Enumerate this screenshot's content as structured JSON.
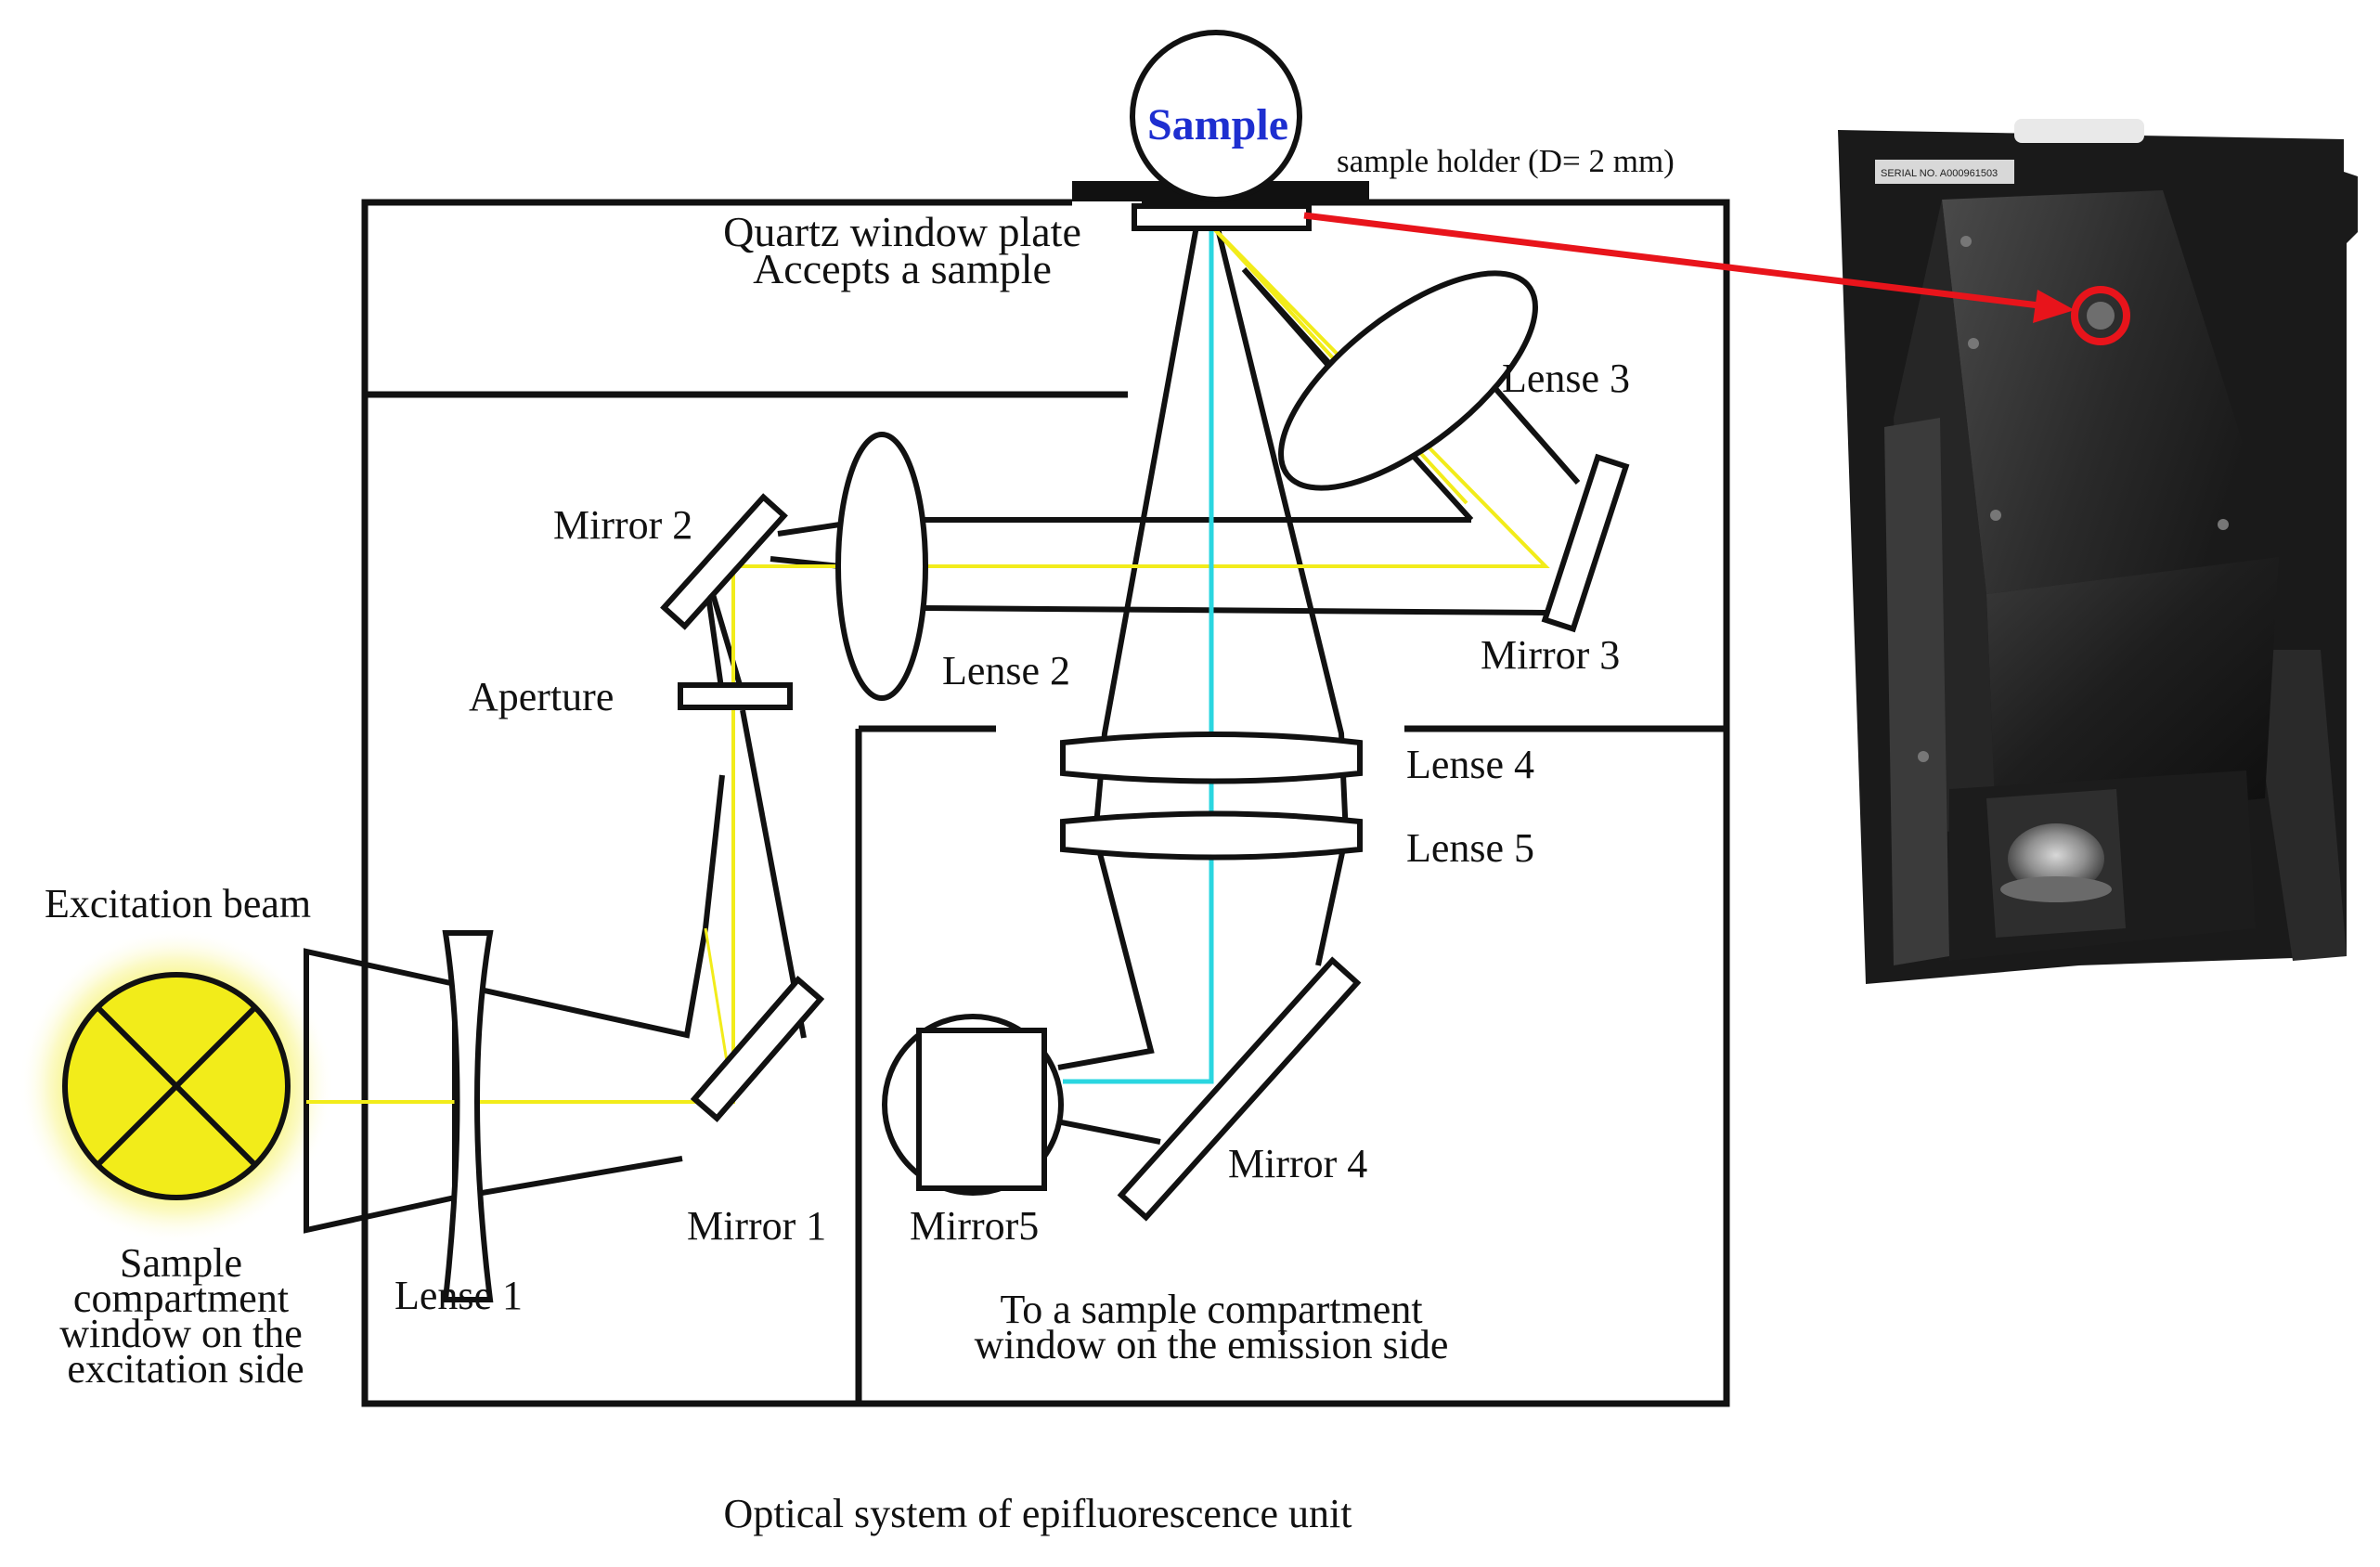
{
  "diagram": {
    "caption": "Optical system of epifluorescence unit",
    "labels": {
      "sample": "Sample",
      "sample_holder": "sample holder (D= 2 mm)",
      "quartz_line1": "Quartz window plate",
      "quartz_line2": "Accepts a sample",
      "lens1": "Lense 1",
      "lens2": "Lense 2",
      "lens3": "Lense 3",
      "lens4": "Lense 4",
      "lens5": "Lense 5",
      "mirror1": "Mirror 1",
      "mirror2": "Mirror 2",
      "mirror3": "Mirror 3",
      "mirror4": "Mirror 4",
      "mirror5": "Mirror5",
      "aperture": "Aperture",
      "excitation_beam": "Excitation beam",
      "excitation_window": [
        "Sample",
        "compartment",
        "window on the",
        "excitation side"
      ],
      "emission_window": [
        "To a sample compartment",
        "window on the emission side"
      ]
    },
    "photo": {
      "serial_text": "SERIAL NO. A000961503"
    },
    "colors": {
      "excitation_light": "#f2ec1a",
      "emission_light": "#2ad6e0",
      "arrow": "#e8141b",
      "sample_text": "#1e2fd0",
      "lines": "#111111",
      "photo_body": "#1c1c1c"
    }
  }
}
